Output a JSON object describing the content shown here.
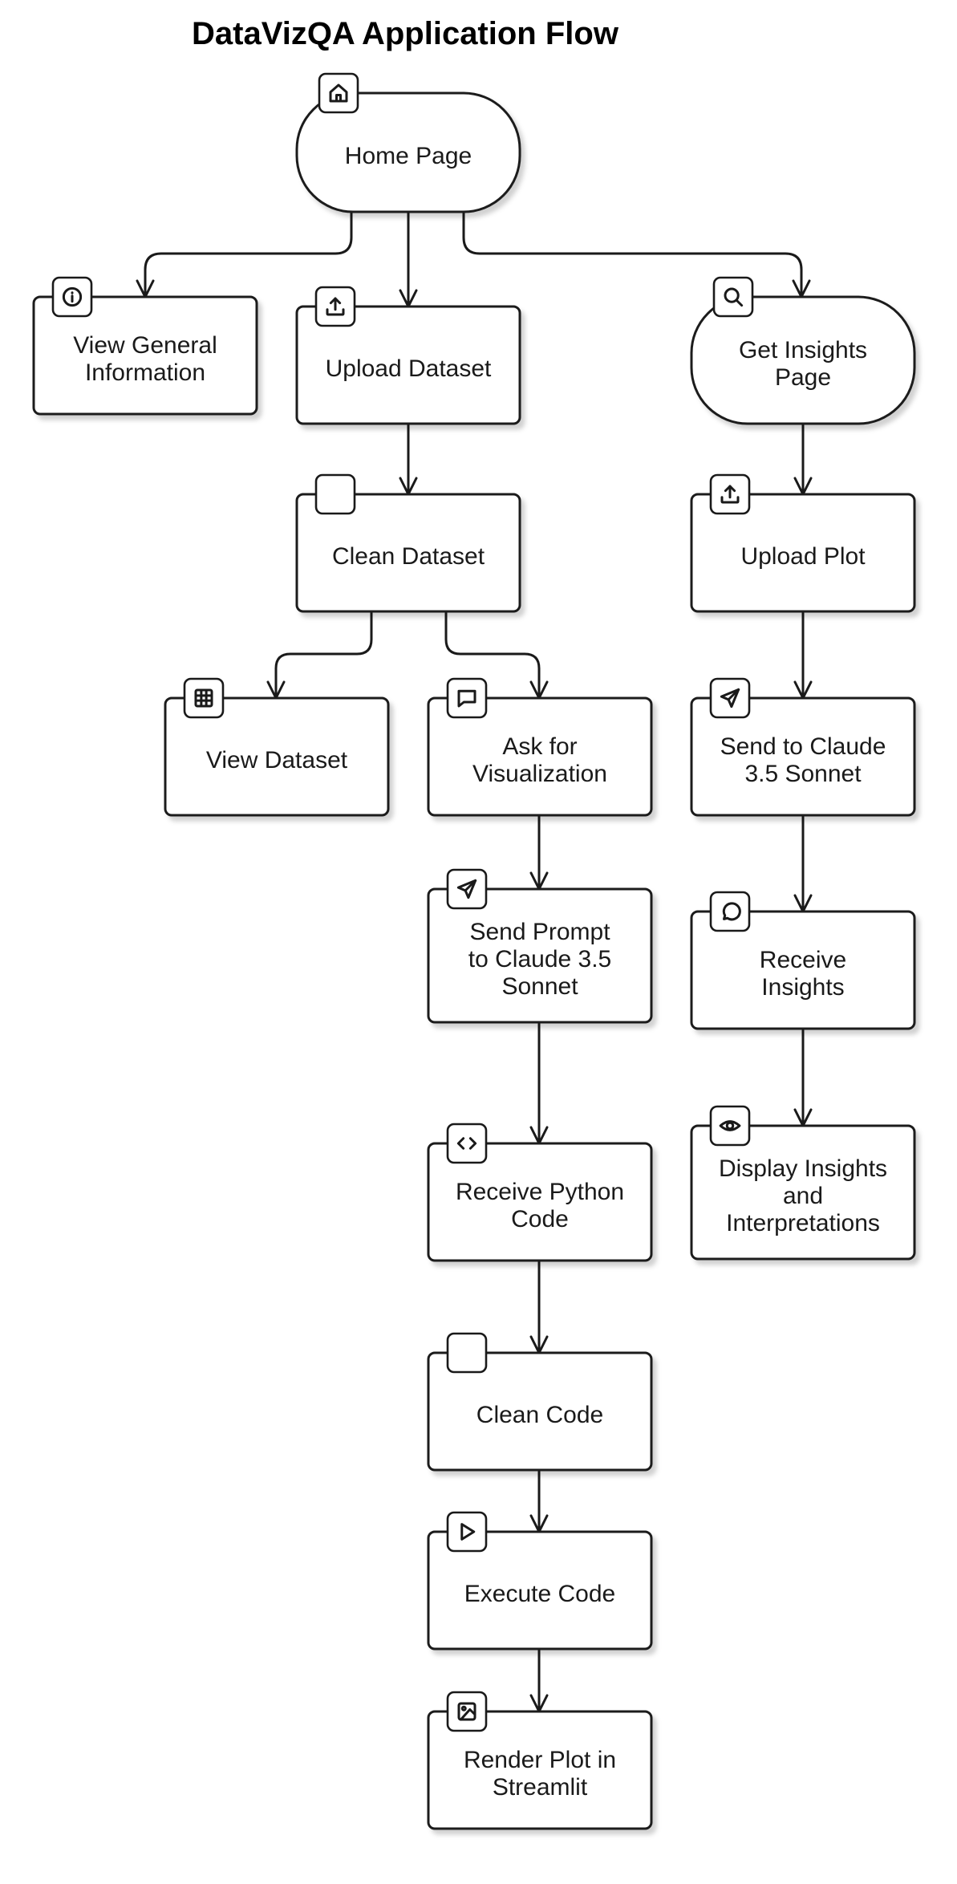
{
  "title": "DataVizQA Application Flow",
  "nodes": [
    {
      "id": "home",
      "shape": "stadium",
      "icon": "home-icon",
      "lines": [
        "Home Page"
      ]
    },
    {
      "id": "info",
      "shape": "rect",
      "icon": "info-icon",
      "lines": [
        "View General",
        "Information"
      ]
    },
    {
      "id": "upload-dataset",
      "shape": "rect",
      "icon": "upload-icon",
      "lines": [
        "Upload Dataset"
      ]
    },
    {
      "id": "insights-page",
      "shape": "stadium",
      "icon": "search-icon",
      "lines": [
        "Get Insights",
        "Page"
      ]
    },
    {
      "id": "clean-dataset",
      "shape": "rect",
      "icon": "blank-icon",
      "lines": [
        "Clean Dataset"
      ]
    },
    {
      "id": "upload-plot",
      "shape": "rect",
      "icon": "upload-icon",
      "lines": [
        "Upload Plot"
      ]
    },
    {
      "id": "view-dataset",
      "shape": "rect",
      "icon": "table-icon",
      "lines": [
        "View Dataset"
      ]
    },
    {
      "id": "ask-viz",
      "shape": "rect",
      "icon": "message-square-icon",
      "lines": [
        "Ask for",
        "Visualization"
      ]
    },
    {
      "id": "send-claude-plot",
      "shape": "rect",
      "icon": "send-icon",
      "lines": [
        "Send to Claude",
        "3.5 Sonnet"
      ]
    },
    {
      "id": "send-prompt",
      "shape": "rect",
      "icon": "send-icon",
      "lines": [
        "Send Prompt",
        "to Claude 3.5",
        "Sonnet"
      ]
    },
    {
      "id": "receive-insights",
      "shape": "rect",
      "icon": "message-circle-icon",
      "lines": [
        "Receive",
        "Insights"
      ]
    },
    {
      "id": "receive-code",
      "shape": "rect",
      "icon": "code-icon",
      "lines": [
        "Receive Python",
        "Code"
      ]
    },
    {
      "id": "display-insights",
      "shape": "rect",
      "icon": "eye-icon",
      "lines": [
        "Display Insights",
        "and",
        "Interpretations"
      ]
    },
    {
      "id": "clean-code",
      "shape": "rect",
      "icon": "blank-icon",
      "lines": [
        "Clean Code"
      ]
    },
    {
      "id": "execute-code",
      "shape": "rect",
      "icon": "play-icon",
      "lines": [
        "Execute Code"
      ]
    },
    {
      "id": "render-plot",
      "shape": "rect",
      "icon": "image-icon",
      "lines": [
        "Render Plot in",
        "Streamlit"
      ]
    }
  ],
  "edges": [
    {
      "from": "home",
      "to": "info"
    },
    {
      "from": "home",
      "to": "upload-dataset"
    },
    {
      "from": "home",
      "to": "insights-page"
    },
    {
      "from": "upload-dataset",
      "to": "clean-dataset"
    },
    {
      "from": "clean-dataset",
      "to": "view-dataset"
    },
    {
      "from": "clean-dataset",
      "to": "ask-viz"
    },
    {
      "from": "ask-viz",
      "to": "send-prompt"
    },
    {
      "from": "send-prompt",
      "to": "receive-code"
    },
    {
      "from": "receive-code",
      "to": "clean-code"
    },
    {
      "from": "clean-code",
      "to": "execute-code"
    },
    {
      "from": "execute-code",
      "to": "render-plot"
    },
    {
      "from": "insights-page",
      "to": "upload-plot"
    },
    {
      "from": "upload-plot",
      "to": "send-claude-plot"
    },
    {
      "from": "send-claude-plot",
      "to": "receive-insights"
    },
    {
      "from": "receive-insights",
      "to": "display-insights"
    }
  ]
}
